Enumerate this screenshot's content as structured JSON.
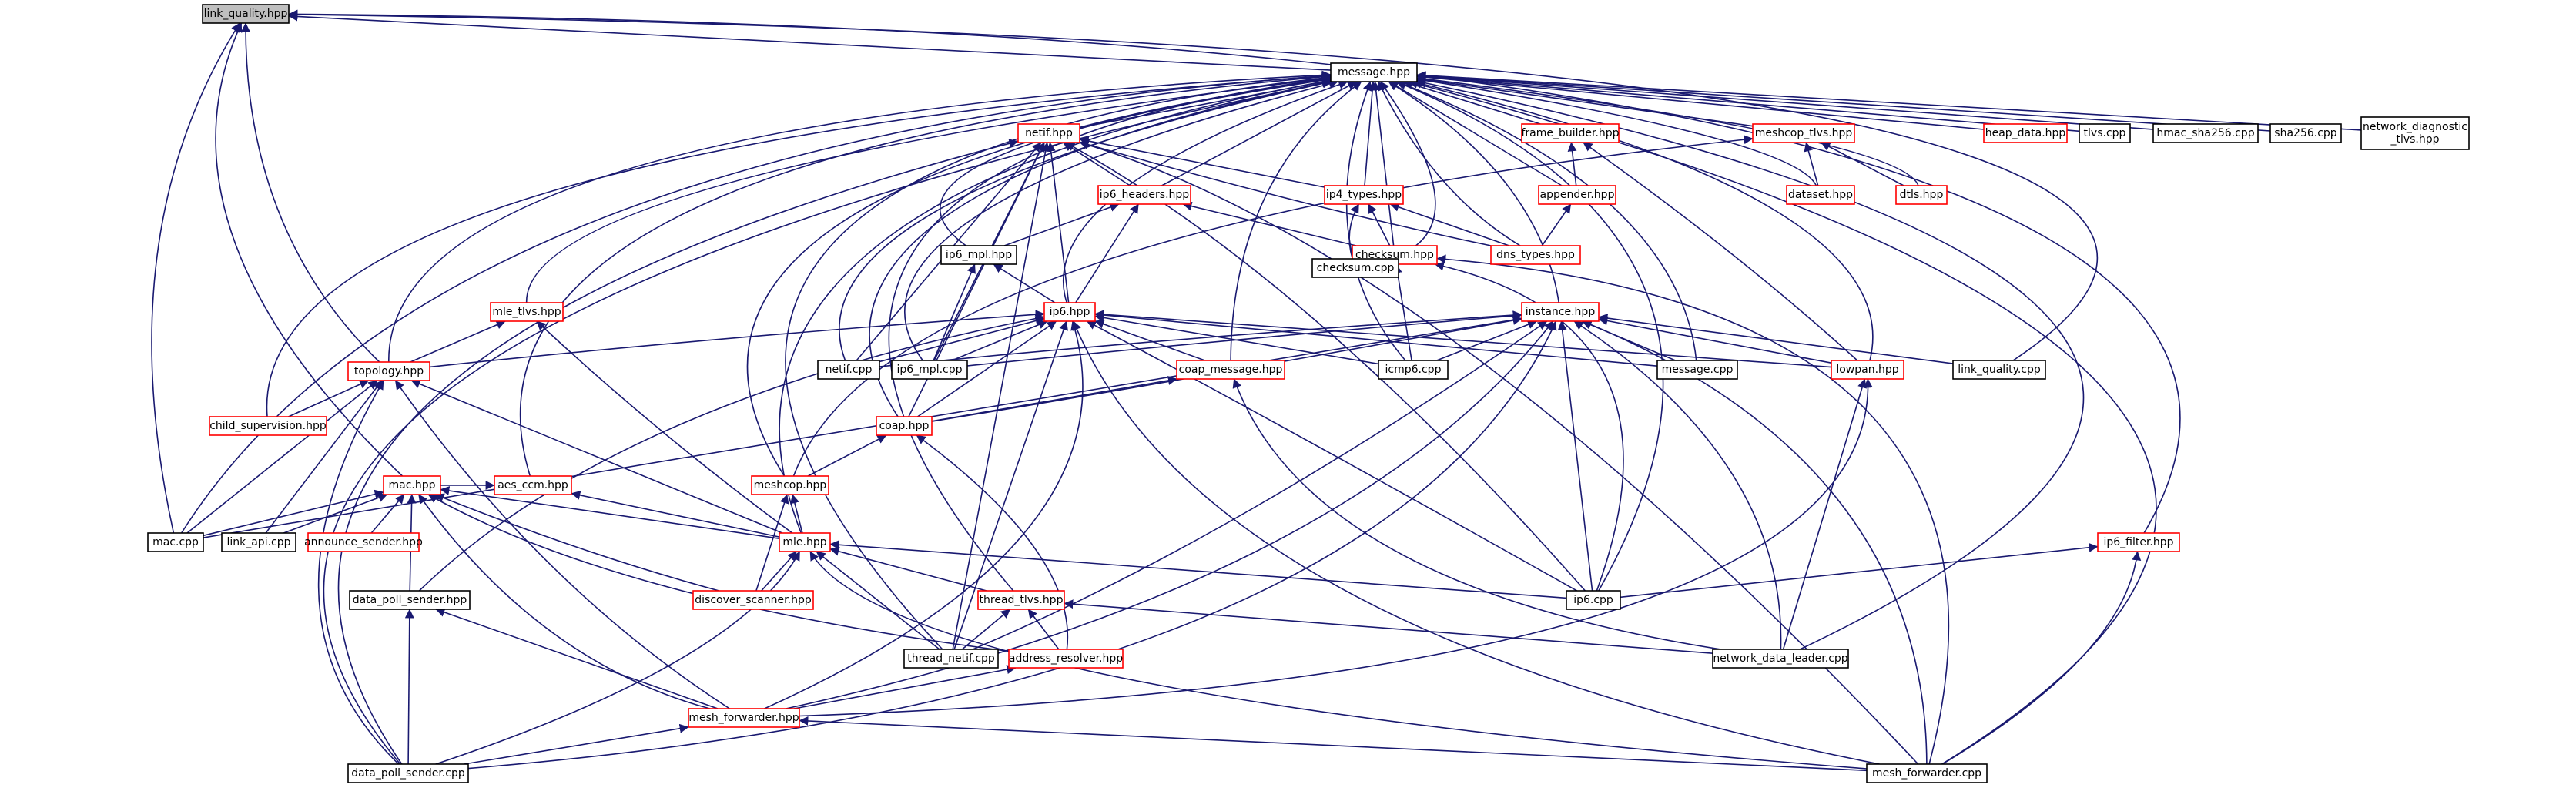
{
  "diagram": {
    "type": "include-dependency-graph",
    "colors": {
      "edge": "#191970",
      "node_border_normal": "#000000",
      "node_border_truncated": "#ff0000",
      "root_fill": "#bfbfbf"
    },
    "nodes": {
      "link_quality_hpp": {
        "label": "link_quality.hpp",
        "kind": "root"
      },
      "message_hpp": {
        "label": "message.hpp",
        "kind": "black"
      },
      "netif_hpp": {
        "label": "netif.hpp",
        "kind": "red"
      },
      "frame_builder_hpp": {
        "label": "frame_builder.hpp",
        "kind": "red"
      },
      "meshcop_tlvs_hpp": {
        "label": "meshcop_tlvs.hpp",
        "kind": "red"
      },
      "heap_data_hpp": {
        "label": "heap_data.hpp",
        "kind": "red"
      },
      "tlvs_cpp": {
        "label": "tlvs.cpp",
        "kind": "black"
      },
      "hmac_sha256_cpp": {
        "label": "hmac_sha256.cpp",
        "kind": "black"
      },
      "sha256_cpp": {
        "label": "sha256.cpp",
        "kind": "black"
      },
      "network_diagnostic_tlvs_hpp": {
        "label": "network_diagnostic_tlvs.hpp",
        "label_lines": [
          "network_diagnostic",
          "_tlvs.hpp"
        ],
        "kind": "black"
      },
      "ip6_headers_hpp": {
        "label": "ip6_headers.hpp",
        "kind": "red"
      },
      "ip4_types_hpp": {
        "label": "ip4_types.hpp",
        "kind": "red"
      },
      "appender_hpp": {
        "label": "appender.hpp",
        "kind": "red"
      },
      "dataset_hpp": {
        "label": "dataset.hpp",
        "kind": "red"
      },
      "dtls_hpp": {
        "label": "dtls.hpp",
        "kind": "red"
      },
      "ip6_mpl_hpp": {
        "label": "ip6_mpl.hpp",
        "kind": "black"
      },
      "checksum_hpp": {
        "label": "checksum.hpp",
        "kind": "red"
      },
      "dns_types_hpp": {
        "label": "dns_types.hpp",
        "kind": "red"
      },
      "checksum_cpp": {
        "label": "checksum.cpp",
        "kind": "black"
      },
      "mle_tlvs_hpp": {
        "label": "mle_tlvs.hpp",
        "kind": "red"
      },
      "ip6_hpp": {
        "label": "ip6.hpp",
        "kind": "red"
      },
      "instance_hpp": {
        "label": "instance.hpp",
        "kind": "red"
      },
      "topology_hpp": {
        "label": "topology.hpp",
        "kind": "red"
      },
      "netif_cpp": {
        "label": "netif.cpp",
        "kind": "black"
      },
      "ip6_mpl_cpp": {
        "label": "ip6_mpl.cpp",
        "kind": "black"
      },
      "coap_message_hpp": {
        "label": "coap_message.hpp",
        "kind": "red"
      },
      "icmp6_cpp": {
        "label": "icmp6.cpp",
        "kind": "black"
      },
      "message_cpp": {
        "label": "message.cpp",
        "kind": "black"
      },
      "lowpan_hpp": {
        "label": "lowpan.hpp",
        "kind": "red"
      },
      "link_quality_cpp": {
        "label": "link_quality.cpp",
        "kind": "black"
      },
      "child_supervision_hpp": {
        "label": "child_supervision.hpp",
        "kind": "red"
      },
      "coap_hpp": {
        "label": "coap.hpp",
        "kind": "red"
      },
      "mac_hpp": {
        "label": "mac.hpp",
        "kind": "red"
      },
      "aes_ccm_hpp": {
        "label": "aes_ccm.hpp",
        "kind": "red"
      },
      "meshcop_hpp": {
        "label": "meshcop.hpp",
        "kind": "red"
      },
      "mac_cpp": {
        "label": "mac.cpp",
        "kind": "black"
      },
      "link_api_cpp": {
        "label": "link_api.cpp",
        "kind": "black"
      },
      "announce_sender_hpp": {
        "label": "announce_sender.hpp",
        "kind": "red"
      },
      "mle_hpp": {
        "label": "mle.hpp",
        "kind": "red"
      },
      "ip6_filter_hpp": {
        "label": "ip6_filter.hpp",
        "kind": "red"
      },
      "data_poll_sender_hpp": {
        "label": "data_poll_sender.hpp",
        "kind": "black"
      },
      "discover_scanner_hpp": {
        "label": "discover_scanner.hpp",
        "kind": "red"
      },
      "thread_tlvs_hpp": {
        "label": "thread_tlvs.hpp",
        "kind": "red"
      },
      "ip6_cpp": {
        "label": "ip6.cpp",
        "kind": "black"
      },
      "thread_netif_cpp": {
        "label": "thread_netif.cpp",
        "kind": "black"
      },
      "address_resolver_hpp": {
        "label": "address_resolver.hpp",
        "kind": "red"
      },
      "network_data_leader_cpp": {
        "label": "network_data_leader.cpp",
        "kind": "black"
      },
      "mesh_forwarder_hpp": {
        "label": "mesh_forwarder.hpp",
        "kind": "red"
      },
      "data_poll_sender_cpp": {
        "label": "data_poll_sender.cpp",
        "kind": "black"
      },
      "mesh_forwarder_cpp": {
        "label": "mesh_forwarder.cpp",
        "kind": "black"
      }
    }
  }
}
